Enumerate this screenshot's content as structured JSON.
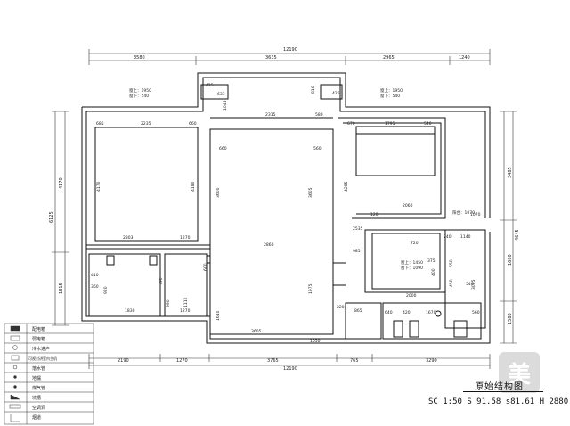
{
  "title": "原始结构图",
  "scale": "SC 1:50 S 91.58 s81.61  H 2880",
  "watermark": "美",
  "overall": {
    "top": "12190",
    "bottom": "12190"
  },
  "top_dims": [
    "3580",
    "3635",
    "2965",
    "1240"
  ],
  "bottom_dims": [
    "2190",
    "1270",
    "3765",
    "765",
    "3290"
  ],
  "left_dims": [
    "4170",
    "6125",
    "1815"
  ],
  "right_dims": [
    "3485",
    "4645",
    "1680",
    "1580"
  ],
  "windows": [
    {
      "l1": "窗上：1950",
      "l2": "窗下：540"
    },
    {
      "l1": "窗上：1950",
      "l2": "窗下：540"
    }
  ],
  "inner_dims": [
    "425",
    "633",
    "810",
    "1045",
    "2315",
    "580",
    "425",
    "685",
    "2235",
    "660",
    "670",
    "1795",
    "540",
    "660",
    "560",
    "4170",
    "4180",
    "3600",
    "3605",
    "4285",
    "120",
    "2060",
    "2303",
    "1270",
    "1070",
    "2535",
    "1140",
    "720",
    "410",
    "360",
    "985",
    "1830",
    "790",
    "990",
    "1270",
    "3605",
    "1610",
    "1975",
    "1050",
    "220",
    "865",
    "420",
    "1670",
    "560",
    "2000",
    "640",
    "550",
    "375",
    "3005",
    "400",
    "740",
    "540",
    "2860",
    "600",
    "450",
    "920",
    "1110"
  ],
  "misc": {
    "b_label": "阳台：1070",
    "win3_l1": "窗上：1450",
    "win3_l2": "窗下：1090"
  },
  "legend": [
    "配电箱",
    "弱电箱",
    "冷水进户",
    "可视对讲室内主机",
    "落水管",
    "地漏",
    "煤气管",
    "坑槽",
    "空调洞",
    "烟道"
  ]
}
